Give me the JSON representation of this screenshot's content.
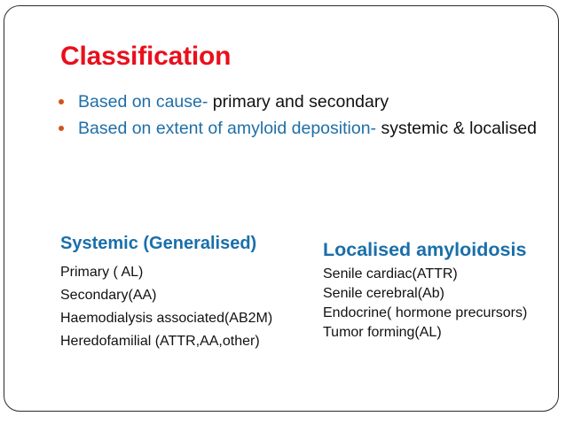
{
  "slide": {
    "title": "Classification",
    "bullets": [
      {
        "lead": "Based on cause-",
        "tail": " primary and secondary"
      },
      {
        "lead": "Based on extent of amyloid deposition-",
        "tail": " systemic & localised"
      }
    ],
    "columns": {
      "left": {
        "heading": "Systemic (Generalised)",
        "items": [
          "Primary ( AL)",
          "Secondary(AA)",
          "Haemodialysis associated(AB2M)",
          "Heredofamilial (ATTR,AA,other)"
        ]
      },
      "right": {
        "heading": "Localised amyloidosis",
        "items": [
          "Senile cardiac(ATTR)",
          "Senile cerebral(Ab)",
          "Endocrine( hormone precursors)",
          "Tumor forming(AL)"
        ]
      }
    },
    "colors": {
      "title_red": "#e8101b",
      "heading_blue": "#1a6faa",
      "lead_blue": "#1f6fa8",
      "bullet_dot": "#d2521d",
      "body_text": "#111111",
      "frame": "#2b2b2b",
      "background": "#ffffff"
    }
  }
}
